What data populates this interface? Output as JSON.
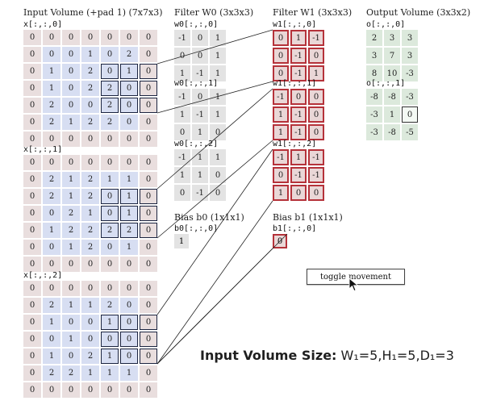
{
  "input": {
    "title": "Input Volume (+pad 1) (7x7x3)",
    "slices": [
      {
        "label": "x[:,:,0]",
        "cells": [
          [
            "0",
            "0",
            "0",
            "0",
            "0",
            "0",
            "0"
          ],
          [
            "0",
            "0",
            "0",
            "1",
            "0",
            "2",
            "0"
          ],
          [
            "0",
            "1",
            "0",
            "2",
            "0",
            "1",
            "0"
          ],
          [
            "0",
            "1",
            "0",
            "2",
            "2",
            "0",
            "0"
          ],
          [
            "0",
            "2",
            "0",
            "0",
            "2",
            "0",
            "0"
          ],
          [
            "0",
            "2",
            "1",
            "2",
            "2",
            "0",
            "0"
          ],
          [
            "0",
            "0",
            "0",
            "0",
            "0",
            "0",
            "0"
          ]
        ]
      },
      {
        "label": "x[:,:,1]",
        "cells": [
          [
            "0",
            "0",
            "0",
            "0",
            "0",
            "0",
            "0"
          ],
          [
            "0",
            "2",
            "1",
            "2",
            "1",
            "1",
            "0"
          ],
          [
            "0",
            "2",
            "1",
            "2",
            "0",
            "1",
            "0"
          ],
          [
            "0",
            "0",
            "2",
            "1",
            "0",
            "1",
            "0"
          ],
          [
            "0",
            "1",
            "2",
            "2",
            "2",
            "2",
            "0"
          ],
          [
            "0",
            "0",
            "1",
            "2",
            "0",
            "1",
            "0"
          ],
          [
            "0",
            "0",
            "0",
            "0",
            "0",
            "0",
            "0"
          ]
        ]
      },
      {
        "label": "x[:,:,2]",
        "cells": [
          [
            "0",
            "0",
            "0",
            "0",
            "0",
            "0",
            "0"
          ],
          [
            "0",
            "2",
            "1",
            "1",
            "2",
            "0",
            "0"
          ],
          [
            "0",
            "1",
            "0",
            "0",
            "1",
            "0",
            "0"
          ],
          [
            "0",
            "0",
            "1",
            "0",
            "0",
            "0",
            "0"
          ],
          [
            "0",
            "1",
            "0",
            "2",
            "1",
            "0",
            "0"
          ],
          [
            "0",
            "2",
            "2",
            "1",
            "1",
            "1",
            "0"
          ],
          [
            "0",
            "0",
            "0",
            "0",
            "0",
            "0",
            "0"
          ]
        ]
      }
    ]
  },
  "filter_w0": {
    "title": "Filter W0 (3x3x3)",
    "slices": [
      {
        "label": "w0[:,:,0]",
        "cells": [
          [
            "-1",
            "0",
            "1"
          ],
          [
            "0",
            "0",
            "1"
          ],
          [
            "1",
            "-1",
            "1"
          ]
        ]
      },
      {
        "label": "w0[:,:,1]",
        "cells": [
          [
            "-1",
            "0",
            "1"
          ],
          [
            "1",
            "-1",
            "1"
          ],
          [
            "0",
            "1",
            "0"
          ]
        ]
      },
      {
        "label": "w0[:,:,2]",
        "cells": [
          [
            "-1",
            "1",
            "1"
          ],
          [
            "1",
            "1",
            "0"
          ],
          [
            "0",
            "-1",
            "0"
          ]
        ]
      }
    ]
  },
  "filter_w1": {
    "title": "Filter W1 (3x3x3)",
    "slices": [
      {
        "label": "w1[:,:,0]",
        "cells": [
          [
            "0",
            "1",
            "-1"
          ],
          [
            "0",
            "-1",
            "0"
          ],
          [
            "0",
            "-1",
            "1"
          ]
        ]
      },
      {
        "label": "w1[:,:,1]",
        "cells": [
          [
            "-1",
            "0",
            "0"
          ],
          [
            "1",
            "-1",
            "0"
          ],
          [
            "1",
            "-1",
            "0"
          ]
        ]
      },
      {
        "label": "w1[:,:,2]",
        "cells": [
          [
            "-1",
            "1",
            "-1"
          ],
          [
            "0",
            "-1",
            "-1"
          ],
          [
            "1",
            "0",
            "0"
          ]
        ]
      }
    ]
  },
  "bias_b0": {
    "title": "Bias b0 (1x1x1)",
    "label": "b0[:,:,0]",
    "value": "1"
  },
  "bias_b1": {
    "title": "Bias b1 (1x1x1)",
    "label": "b1[:,:,0]",
    "value": "0"
  },
  "output": {
    "title": "Output Volume (3x3x2)",
    "slices": [
      {
        "label": "o[:,:,0]",
        "cells": [
          [
            "2",
            "3",
            "3"
          ],
          [
            "3",
            "7",
            "3"
          ],
          [
            "8",
            "10",
            "-3"
          ]
        ]
      },
      {
        "label": "o[:,:,1]",
        "cells": [
          [
            "-8",
            "-8",
            "-3"
          ],
          [
            "-3",
            "1",
            "0"
          ],
          [
            "-3",
            "-8",
            "-5"
          ]
        ]
      }
    ]
  },
  "toggle_button": {
    "label": "toggle movement"
  },
  "caption": {
    "bold": "Input Volume Size:",
    "rest": " W₁=5,H₁=5,D₁=3"
  },
  "colors": {
    "input_pad": "#e9dede",
    "input_inner": "#d7def2",
    "filter_w0": "#e3e3e3",
    "filter_w1": "#ead7d7",
    "filter_w1_border": "#b5323a",
    "output": "#dce9dc",
    "highlight_border": "#1b2440"
  },
  "state": {
    "receptive_field_start_row": 2,
    "receptive_field_start_col": 4,
    "current_output": {
      "slice": 1,
      "row": 1,
      "col": 2
    }
  }
}
